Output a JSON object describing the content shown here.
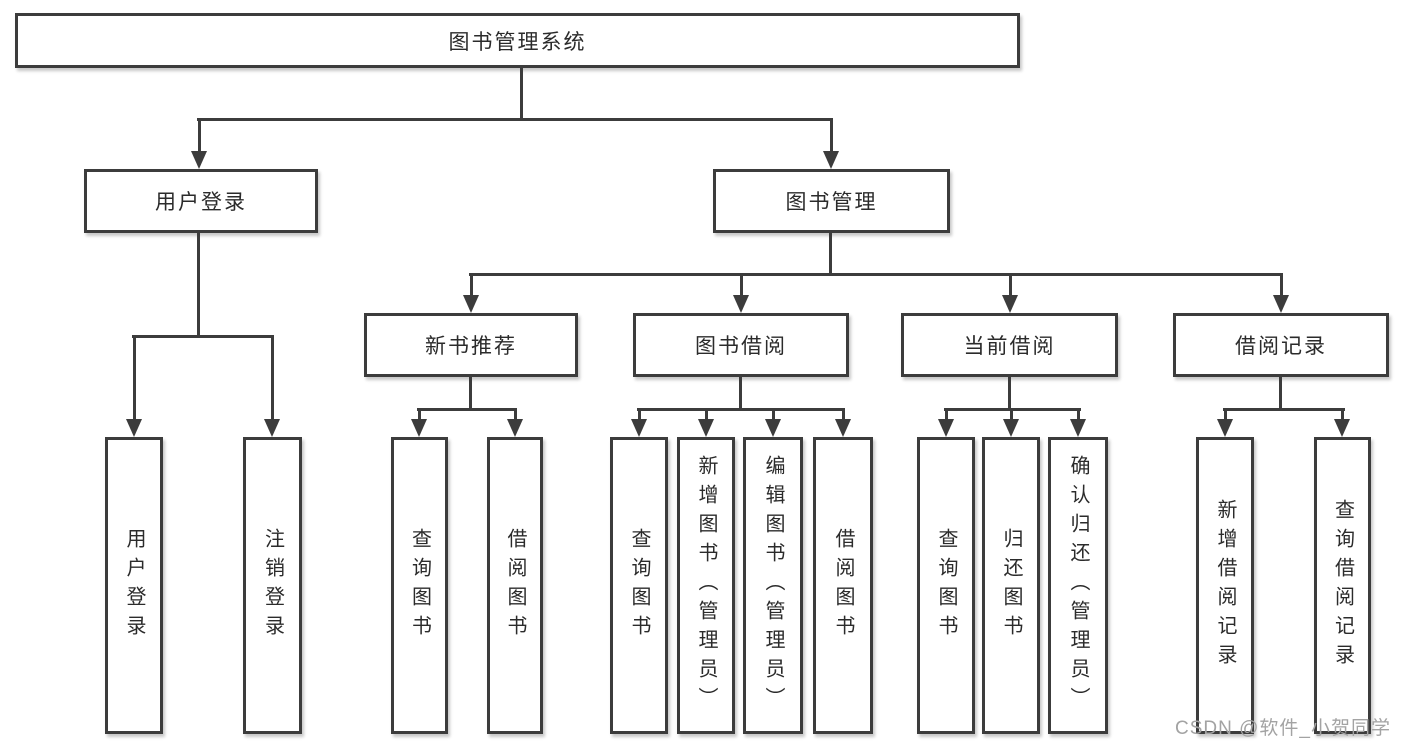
{
  "diagram": {
    "root": {
      "label": "图书管理系统"
    },
    "level2": [
      {
        "label": "用户登录"
      },
      {
        "label": "图书管理"
      }
    ],
    "level3": [
      {
        "label": "新书推荐"
      },
      {
        "label": "图书借阅"
      },
      {
        "label": "当前借阅"
      },
      {
        "label": "借阅记录"
      }
    ],
    "leaves": [
      {
        "label": "用户登录"
      },
      {
        "label": "注销登录"
      },
      {
        "label": "查询图书"
      },
      {
        "label": "借阅图书"
      },
      {
        "label": "查询图书"
      },
      {
        "label": "新增图书（管理员）"
      },
      {
        "label": "编辑图书（管理员）"
      },
      {
        "label": "借阅图书"
      },
      {
        "label": "查询图书"
      },
      {
        "label": "归还图书"
      },
      {
        "label": "确认归还（管理员）"
      },
      {
        "label": "新增借阅记录"
      },
      {
        "label": "查询借阅记录"
      }
    ],
    "watermark": "CSDN @软件_小贺同学",
    "colors": {
      "line": "#3c3c3c",
      "text": "#2b2b2b",
      "watermark": "#a3a3a3",
      "background": "#ffffff"
    }
  }
}
